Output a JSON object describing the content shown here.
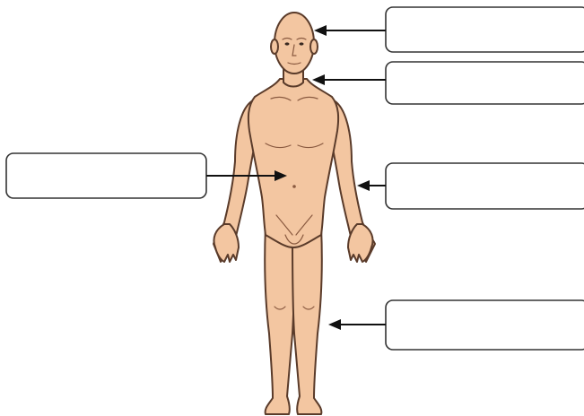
{
  "diagram": {
    "labels": [
      {
        "id": "head",
        "text": ""
      },
      {
        "id": "neck",
        "text": ""
      },
      {
        "id": "torso",
        "text": ""
      },
      {
        "id": "arm",
        "text": ""
      },
      {
        "id": "leg",
        "text": ""
      }
    ]
  },
  "colors": {
    "skin": "#f3c6a1",
    "outline": "#5a3b2a",
    "arrow": "#111111",
    "box_border": "#333333"
  }
}
